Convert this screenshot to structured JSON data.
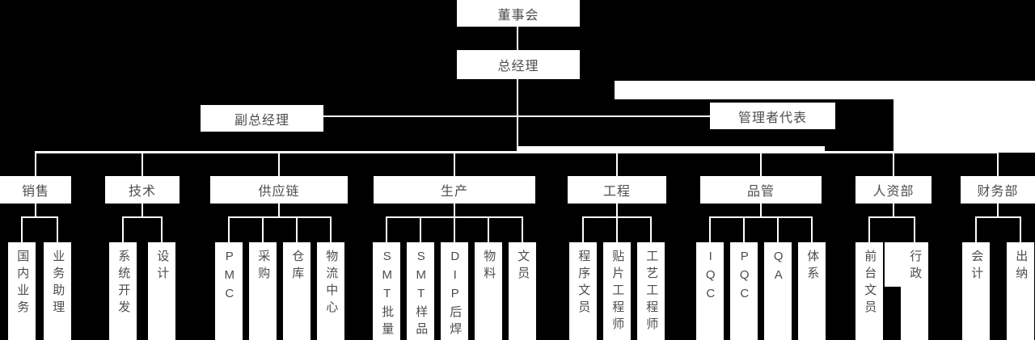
{
  "org": {
    "root": {
      "label": "董事会"
    },
    "general_manager": {
      "label": "总经理"
    },
    "deputies": [
      {
        "label": "副总经理"
      },
      {
        "label": "管理者代表"
      }
    ],
    "departments": [
      {
        "label": "销售",
        "children": [
          "国内业务",
          "业务助理"
        ]
      },
      {
        "label": "技术",
        "children": [
          "系统开发",
          "设计"
        ]
      },
      {
        "label": "供应链",
        "children": [
          "PMC",
          "采购",
          "仓库",
          "物流中心"
        ]
      },
      {
        "label": "生产",
        "children": [
          "SMT批量",
          "SMT样品",
          "DIP后焊",
          "物料",
          "文员"
        ]
      },
      {
        "label": "工程",
        "children": [
          "程序文员",
          "贴片工程师",
          "工艺工程师"
        ]
      },
      {
        "label": "品管",
        "children": [
          "IQC",
          "PQC",
          "QA",
          "体系"
        ]
      },
      {
        "label": "人资部",
        "children": [
          "前台文员",
          "行政"
        ]
      },
      {
        "label": "财务部",
        "children": [
          "会计",
          "出纳"
        ]
      }
    ]
  },
  "colors": {
    "background": "#000000",
    "box_fill": "#ffffff",
    "box_text": "#4d4d4d",
    "connector": "#ffffff"
  }
}
